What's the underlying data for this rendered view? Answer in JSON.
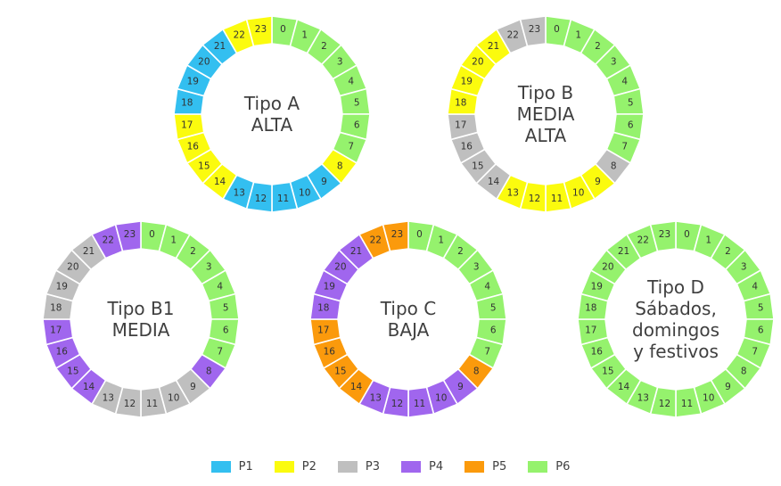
{
  "periods": {
    "P1": "#33bff0",
    "P2": "#fbfb0e",
    "P3": "#bfbfbf",
    "P4": "#a066ee",
    "P5": "#fb9a0c",
    "P6": "#95f26d"
  },
  "legend": [
    {
      "key": "P1",
      "label": "P1"
    },
    {
      "key": "P2",
      "label": "P2"
    },
    {
      "key": "P3",
      "label": "P3"
    },
    {
      "key": "P4",
      "label": "P4"
    },
    {
      "key": "P5",
      "label": "P5"
    },
    {
      "key": "P6",
      "label": "P6"
    }
  ],
  "tariffs": [
    {
      "id": "tipo-a",
      "title_lines": [
        "Tipo A",
        "ALTA"
      ],
      "hours": [
        "P6",
        "P6",
        "P6",
        "P6",
        "P6",
        "P6",
        "P6",
        "P6",
        "P2",
        "P1",
        "P1",
        "P1",
        "P1",
        "P1",
        "P2",
        "P2",
        "P2",
        "P2",
        "P1",
        "P1",
        "P1",
        "P1",
        "P2",
        "P2"
      ]
    },
    {
      "id": "tipo-b",
      "title_lines": [
        "Tipo B",
        "MEDIA",
        "ALTA"
      ],
      "hours": [
        "P6",
        "P6",
        "P6",
        "P6",
        "P6",
        "P6",
        "P6",
        "P6",
        "P3",
        "P2",
        "P2",
        "P2",
        "P2",
        "P2",
        "P3",
        "P3",
        "P3",
        "P3",
        "P2",
        "P2",
        "P2",
        "P2",
        "P3",
        "P3"
      ]
    },
    {
      "id": "tipo-b1",
      "title_lines": [
        "Tipo B1",
        "MEDIA"
      ],
      "hours": [
        "P6",
        "P6",
        "P6",
        "P6",
        "P6",
        "P6",
        "P6",
        "P6",
        "P4",
        "P3",
        "P3",
        "P3",
        "P3",
        "P3",
        "P4",
        "P4",
        "P4",
        "P4",
        "P3",
        "P3",
        "P3",
        "P3",
        "P4",
        "P4"
      ]
    },
    {
      "id": "tipo-c",
      "title_lines": [
        "Tipo C",
        "BAJA"
      ],
      "hours": [
        "P6",
        "P6",
        "P6",
        "P6",
        "P6",
        "P6",
        "P6",
        "P6",
        "P5",
        "P4",
        "P4",
        "P4",
        "P4",
        "P4",
        "P5",
        "P5",
        "P5",
        "P5",
        "P4",
        "P4",
        "P4",
        "P4",
        "P5",
        "P5"
      ]
    },
    {
      "id": "tipo-d",
      "title_lines": [
        "Tipo D",
        "Sábados,",
        "domingos",
        "y festivos"
      ],
      "hours": [
        "P6",
        "P6",
        "P6",
        "P6",
        "P6",
        "P6",
        "P6",
        "P6",
        "P6",
        "P6",
        "P6",
        "P6",
        "P6",
        "P6",
        "P6",
        "P6",
        "P6",
        "P6",
        "P6",
        "P6",
        "P6",
        "P6",
        "P6",
        "P6"
      ]
    }
  ]
}
